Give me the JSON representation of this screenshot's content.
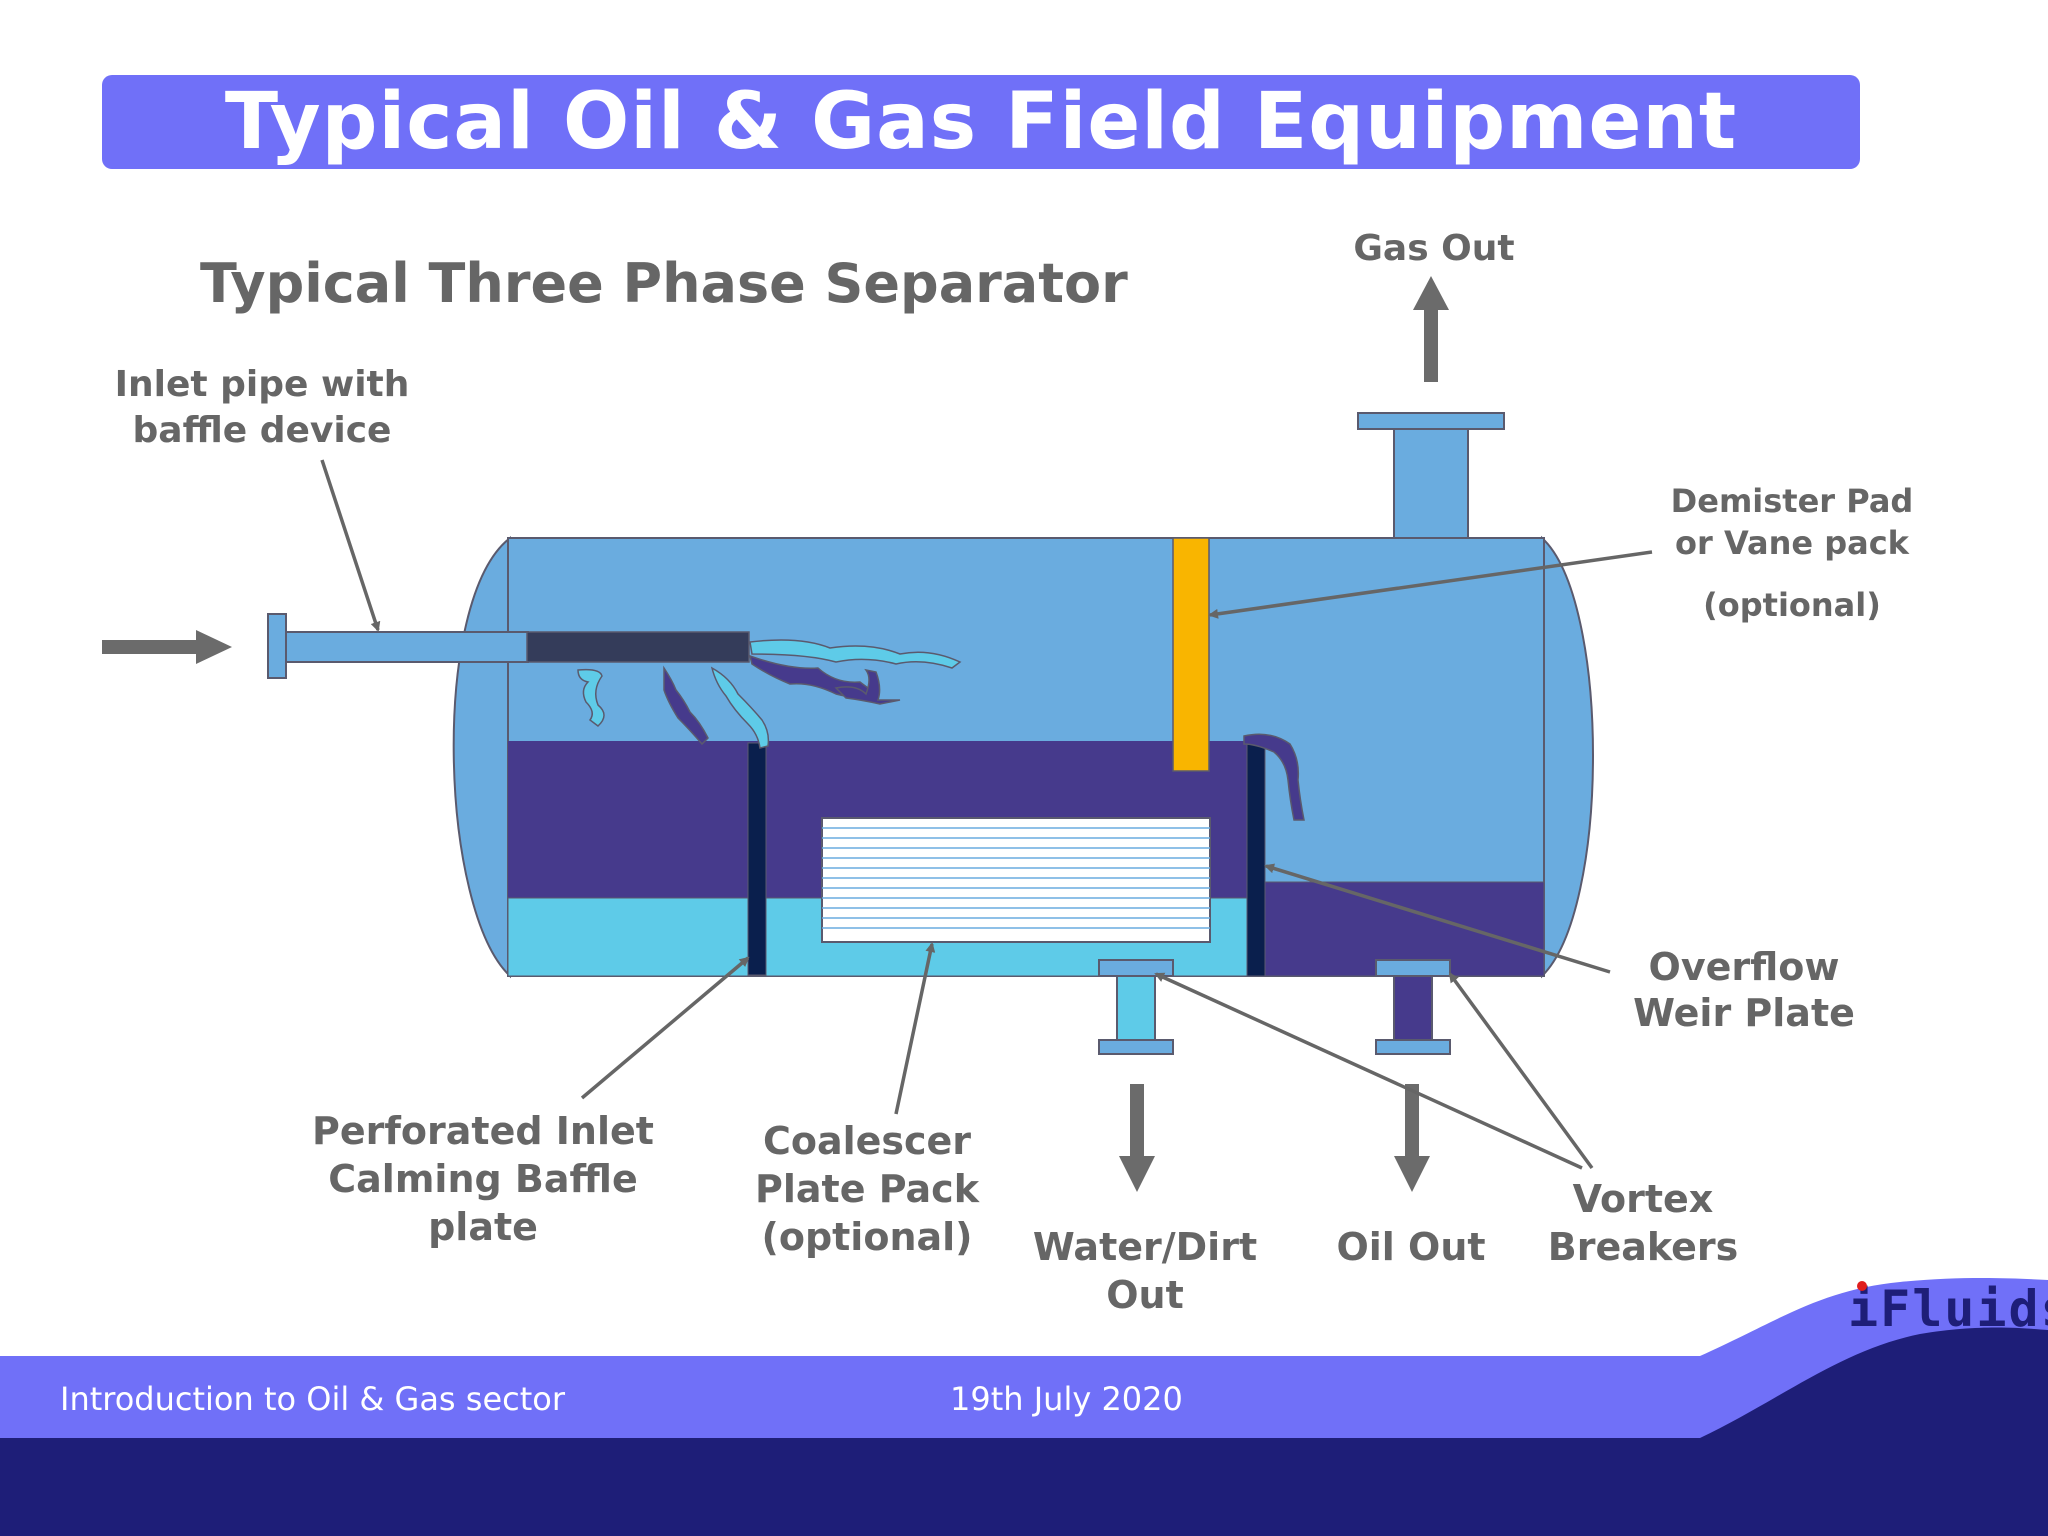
{
  "slide": {
    "title": "Typical Oil & Gas Field Equipment",
    "subtitle": "Typical Three Phase Separator"
  },
  "labels": {
    "gas_out": "Gas Out",
    "inlet_line1": "Inlet pipe with",
    "inlet_line2": "baffle device",
    "demister_line1": "Demister Pad",
    "demister_line2": "or Vane pack",
    "demister_line3": "(optional)",
    "weir_line1": "Overflow",
    "weir_line2": "Weir Plate",
    "baffle_line1": "Perforated Inlet",
    "baffle_line2": "Calming Baffle",
    "baffle_line3": "plate",
    "coalescer_line1": "Coalescer",
    "coalescer_line2": "Plate Pack",
    "coalescer_line3": "(optional)",
    "water_line1": "Water/Dirt",
    "water_line2": "Out",
    "oil_out": "Oil Out",
    "vortex_line1": "Vortex",
    "vortex_line2": "Breakers"
  },
  "footer": {
    "course": "Introduction to Oil & Gas sector",
    "date": "19th July 2020",
    "logo_text": "iFluids"
  },
  "colors": {
    "vessel": "#6aacdf",
    "oil": "#463a8c",
    "water": "#5ecbe8",
    "demister": "#f9b500",
    "baffle": "#0a1f4d",
    "arrow": "#6b6b6b",
    "label": "#666666",
    "title_bar": "#7070f8",
    "footer_light": "#7070f8",
    "footer_dark": "#1e1e78"
  }
}
